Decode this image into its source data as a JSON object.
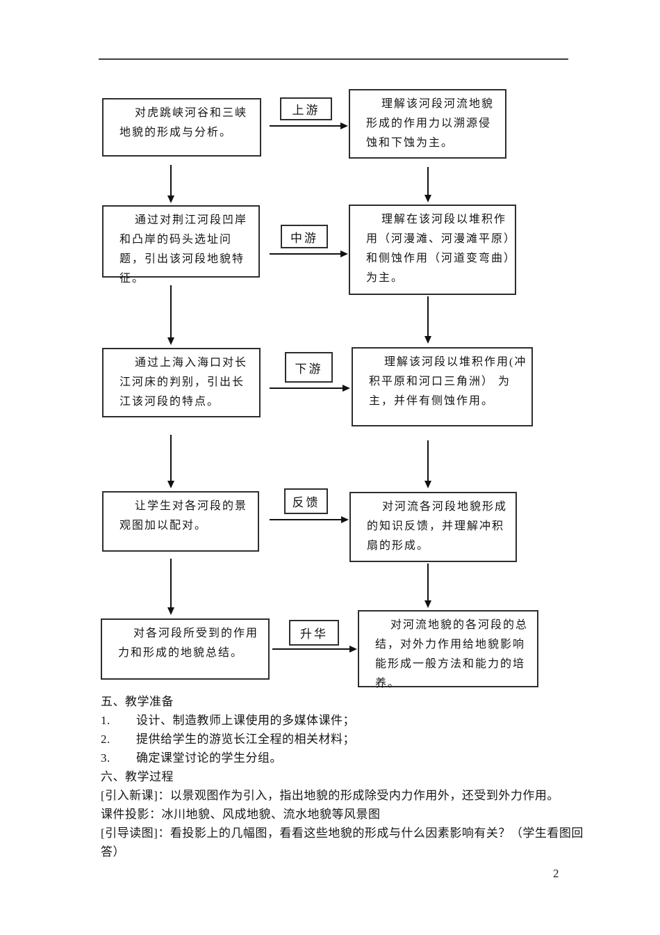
{
  "page": {
    "number": "2"
  },
  "colors": {
    "background": "#ffffff",
    "text": "#1b1b1b",
    "line": "#2d2d2d"
  },
  "flowchart": {
    "rows": [
      {
        "left": "对虎跳峡河谷和三峡地貌的形成与分析。",
        "label": "上游",
        "right": "理解该河段河流地貌形成的作用力以溯源侵蚀和下蚀为主。"
      },
      {
        "left": "通过对荆江河段凹岸和凸岸的码头选址问题，引出该河段地貌特征。",
        "label": "中游",
        "right": "理解在该河段以堆积作用（河漫滩、河漫滩平原）和侧蚀作用（河道变弯曲）为主。"
      },
      {
        "left": "通过上海入海口对长江河床的判别，引出长江该河段的特点。",
        "label": "下游",
        "right": "理解该河段以堆积作用(冲积平原和河口三角洲） 为主，并伴有侧蚀作用。"
      },
      {
        "left": "让学生对各河段的景观图加以配对。",
        "label": "反馈",
        "right": "对河流各河段地貌形成的知识反馈，并理解冲积扇的形成。"
      },
      {
        "left": "对各河段所受到的作用力和形成的地貌总结。",
        "label": "升华",
        "right": "对河流地貌的各河段的总结，对外力作用给地貌影响能形成一般方法和能力的培养。"
      }
    ]
  },
  "preparation": {
    "heading": "五、教学准备",
    "items": [
      {
        "num": "1.",
        "text": "设计、制造教师上课使用的多媒体课件；"
      },
      {
        "num": "2.",
        "text": "提供给学生的游览长江全程的相关材料；"
      },
      {
        "num": "3.",
        "text": "确定课堂讨论的学生分组。"
      }
    ]
  },
  "process": {
    "heading": "六、教学过程",
    "lines": [
      "[引入新课]：以景观图作为引入，指出地貌的形成除受内力作用外，还受到外力作用。",
      "课件投影：冰川地貌、风成地貌、流水地貌等风景图",
      "[引导读图]：看投影上的几幅图，看看这些地貌的形成与什么因素影响有关？（学生看图回",
      "答）"
    ]
  }
}
